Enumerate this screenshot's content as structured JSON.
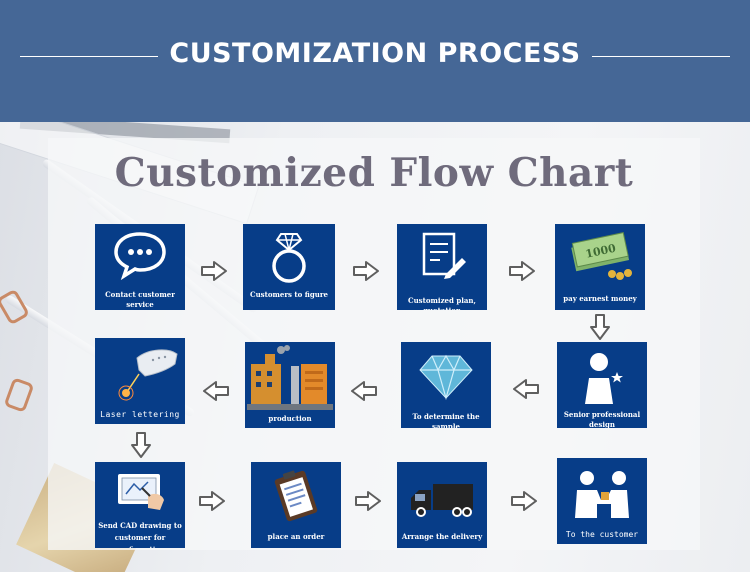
{
  "header": {
    "title": "CUSTOMIZATION PROCESS"
  },
  "chart": {
    "title": "Customized Flow Chart"
  },
  "steps": [
    {
      "label": "Contact customer service",
      "icon": "chat-bubble-icon"
    },
    {
      "label": "Customers to figure",
      "icon": "diamond-ring-icon"
    },
    {
      "label": "Customized plan, quotation",
      "icon": "document-pen-icon"
    },
    {
      "label": "pay earnest money",
      "icon": "money-icon",
      "money_text": "1000"
    },
    {
      "label": "Senior professional design",
      "icon": "designer-icon"
    },
    {
      "label": "To determine the sample",
      "icon": "gem-icon"
    },
    {
      "label": "production",
      "icon": "factory-icon"
    },
    {
      "label": "Laser lettering",
      "icon": "laser-icon"
    },
    {
      "label": "Send CAD drawing to customer for confirmation",
      "icon": "cad-drawing-icon"
    },
    {
      "label": "place an order",
      "icon": "clipboard-icon"
    },
    {
      "label": "Arrange the delivery",
      "icon": "truck-icon"
    },
    {
      "label": "To the customer",
      "icon": "handover-icon"
    }
  ],
  "colors": {
    "header": "#456796",
    "step_box": "#073d88",
    "title_text": "#6f6b7c",
    "arrow_stroke": "#5f5f5f"
  }
}
